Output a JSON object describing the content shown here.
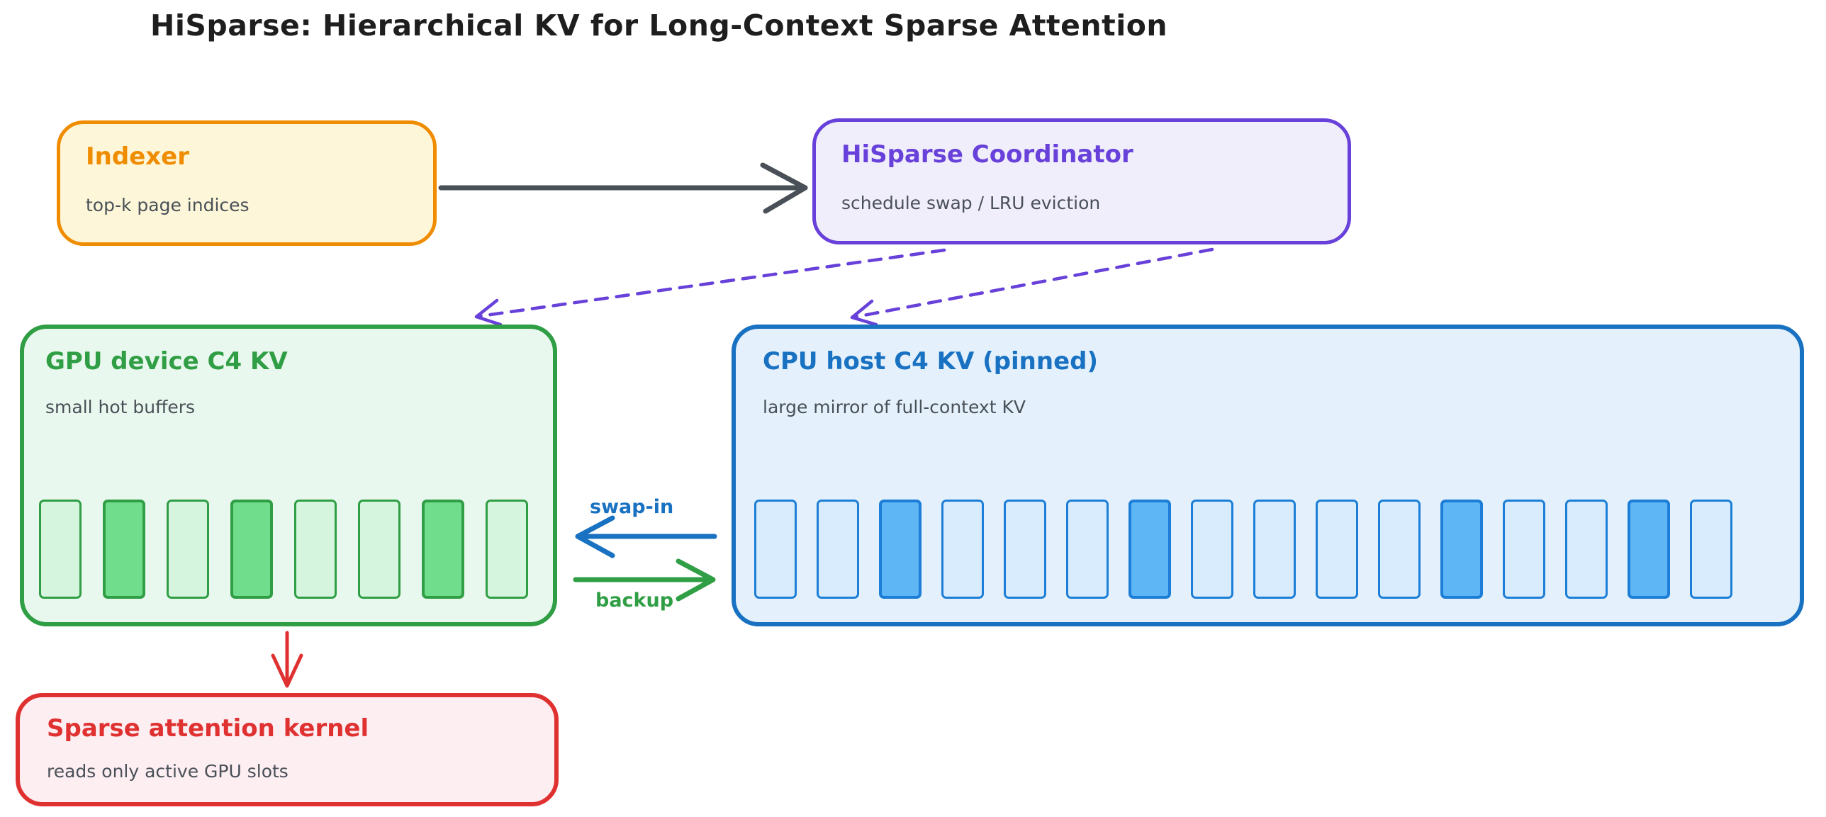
{
  "title": "HiSparse: Hierarchical KV for Long-Context Sparse Attention",
  "palette": {
    "title_text": "#1e1e1e",
    "subtitle_text": "#495057",
    "solid_arrow": "#495057",
    "orange_stroke": "#f08c00",
    "orange_fill": "#fdf6d9",
    "violet_stroke": "#6741d9",
    "violet_fill": "#f1eefc",
    "green_stroke": "#2f9e44",
    "green_fill": "#e9f8ee",
    "green_slot": "#d6f5de",
    "green_slot_active": "#6fdd8b",
    "blue_stroke": "#1971c2",
    "blue_fill": "#e4f1fc",
    "blue_slot": "#d9ecfd",
    "blue_slot_active": "#5fb6f5",
    "red_stroke": "#e03131",
    "red_fill": "#fdeef2"
  },
  "nodes": {
    "indexer": {
      "title": "Indexer",
      "subtitle": "top-k page indices"
    },
    "coordinator": {
      "title": "HiSparse Coordinator",
      "subtitle": "schedule swap / LRU eviction"
    },
    "gpu": {
      "title": "GPU device C4 KV",
      "subtitle": "small hot buffers",
      "slots": [
        "inactive",
        "active",
        "inactive",
        "active",
        "inactive",
        "inactive",
        "active",
        "inactive"
      ]
    },
    "cpu": {
      "title": "CPU host C4 KV (pinned)",
      "subtitle": "large mirror of full-context KV",
      "slots": [
        "inactive",
        "inactive",
        "active",
        "inactive",
        "inactive",
        "inactive",
        "active",
        "inactive",
        "inactive",
        "inactive",
        "inactive",
        "active",
        "inactive",
        "inactive",
        "active",
        "inactive"
      ]
    },
    "kernel": {
      "title": "Sparse attention kernel",
      "subtitle": "reads only active GPU slots"
    }
  },
  "edges": {
    "swap_in_label": "swap-in",
    "backup_label": "backup"
  }
}
